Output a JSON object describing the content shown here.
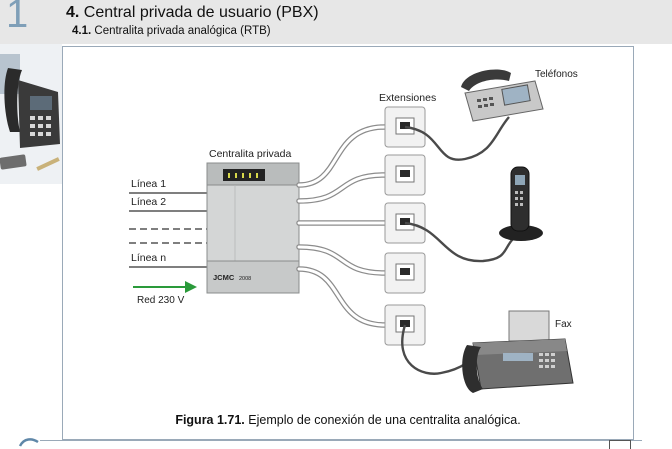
{
  "slide": {
    "number": "1"
  },
  "header": {
    "title_num": "4.",
    "title": "Central privada de usuario (PBX)",
    "subtitle_num": "4.1.",
    "subtitle": "Centralita privada analógica (RTB)"
  },
  "diagram": {
    "pbx_label": "Centralita privada",
    "pbx_brand": "JCMC",
    "pbx_model": "2008",
    "lines": [
      "Línea 1",
      "Línea 2",
      "Línea n"
    ],
    "power": "Red 230 V",
    "extensions_label": "Extensiones",
    "phones_label": "Teléfonos",
    "fax_label": "Fax"
  },
  "caption": {
    "prefix": "Figura 1.71.",
    "text": " Ejemplo de conexión de una centralita analógica."
  },
  "colors": {
    "arrow": "#2a9a3a",
    "accent": "#7f9fb8",
    "border": "#9aa9b8"
  }
}
